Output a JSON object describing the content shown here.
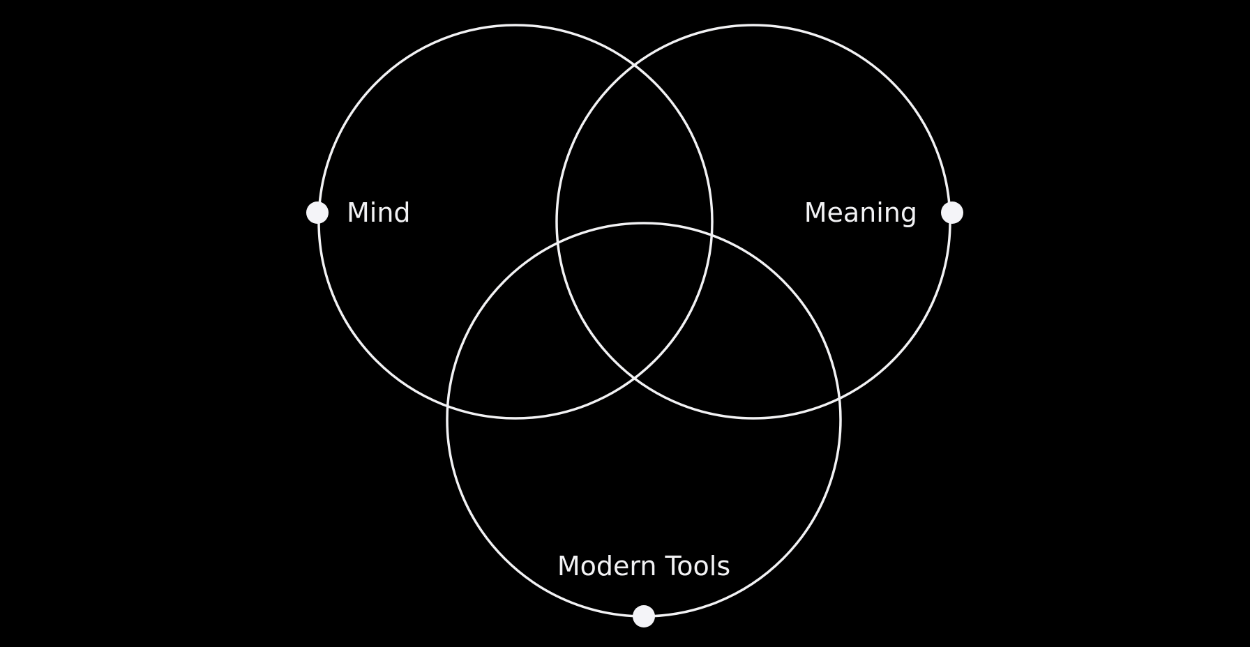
{
  "diagram": {
    "background_color": "#000000",
    "stroke_color": "#f2f2f4",
    "dot_color": "#f4f4f8",
    "sets": [
      {
        "id": "mind",
        "label": "Mind"
      },
      {
        "id": "meaning",
        "label": "Meaning"
      },
      {
        "id": "modern-tools",
        "label": "Modern Tools"
      }
    ]
  }
}
